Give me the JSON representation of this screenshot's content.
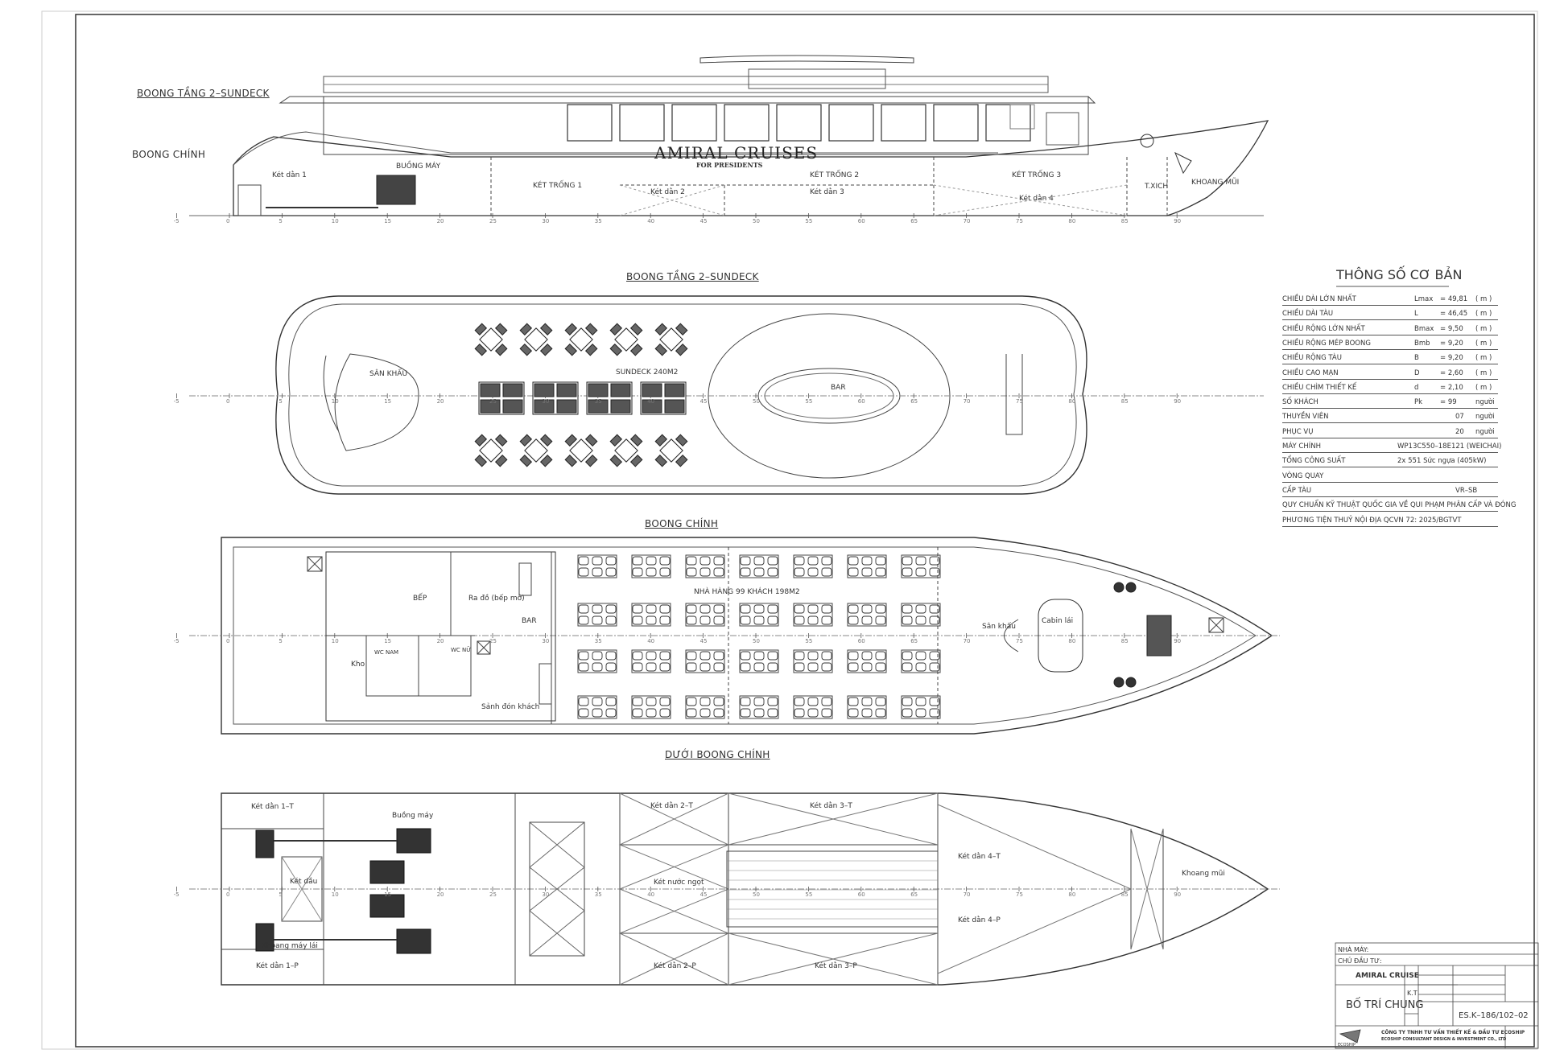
{
  "views": {
    "profile_deck_upper": "BOONG TẦNG 2–SUNDECK",
    "profile_deck_main": "BOONG CHÍNH",
    "sundeck_title": "BOONG TẦNG 2–SUNDECK",
    "main_deck_title": "BOONG CHÍNH",
    "below_deck_title": "DƯỚI BOONG CHÍNH"
  },
  "profile": {
    "brand": "AMIRAL CRUISES",
    "tagline": "FOR PRESIDENTS",
    "labels": [
      "Két dằn 1",
      "BUỒNG MÁY",
      "KÉT TRỐNG 1",
      "Két dằn 2",
      "KÉT TRỐNG 2",
      "Két dằn 3",
      "KÉT TRỐNG 3",
      "Két dằn 4",
      "T.XICH",
      "KHOANG MŨI"
    ]
  },
  "sundeck": {
    "stage": "SÂN KHẤU",
    "area": "SUNDECK 240M2",
    "bar": "BAR"
  },
  "main_deck": {
    "labels": [
      "BẾP",
      "Ra đồ (bếp mở)",
      "BAR",
      "Kho",
      "WC NAM",
      "WC NỮ",
      "Sảnh đón khách",
      "NHÀ HÀNG 99 KHÁCH    198M2",
      "Sân khấu",
      "Cabin lái"
    ]
  },
  "below_deck": {
    "labels": [
      "Két dằn 1–T",
      "Buồng máy",
      "Két dầu",
      "Khoang máy lái",
      "Két dằn 1–P",
      "Két dằn 2–T",
      "Két dằn 3–T",
      "Két nước ngọt",
      "Két dằn 2–P",
      "Két dằn 3–P",
      "Két dằn 4–T",
      "Két dằn 4–P",
      "Khoang mũi"
    ]
  },
  "specs": {
    "title": "THÔNG SỐ CƠ BẢN",
    "rows": [
      {
        "name": "CHIỀU DÀI LỚN NHẤT",
        "sym": "Lmax",
        "val": "= 49,81",
        "unit": "( m )"
      },
      {
        "name": "CHIỀU DÀI TÀU",
        "sym": "L",
        "val": "= 46,45",
        "unit": "( m )"
      },
      {
        "name": "CHIỀU RỘNG LỚN NHẤT",
        "sym": "Bmax",
        "val": "= 9,50",
        "unit": "( m )"
      },
      {
        "name": "CHIỀU RỘNG MÉP BOONG",
        "sym": "Bmb",
        "val": "= 9,20",
        "unit": "( m )"
      },
      {
        "name": "CHIỀU RỘNG TÀU",
        "sym": "B",
        "val": "= 9,20",
        "unit": "( m )"
      },
      {
        "name": "CHIỀU CAO MẠN",
        "sym": "D",
        "val": "= 2,60",
        "unit": "( m )"
      },
      {
        "name": "CHIỀU CHÌM THIẾT KẾ",
        "sym": "d",
        "val": "= 2,10",
        "unit": "( m )"
      },
      {
        "name": "SỐ KHÁCH",
        "sym": "Pk",
        "val": "= 99",
        "unit": "người"
      },
      {
        "name": "THUYỀN VIÊN",
        "sym": "",
        "val": "07",
        "unit": "người"
      },
      {
        "name": "PHỤC VỤ",
        "sym": "",
        "val": "20",
        "unit": "người"
      },
      {
        "name": "MÁY CHÍNH",
        "sym": "",
        "val": "WP13C550–18E121 (WEICHAI)",
        "unit": ""
      },
      {
        "name": "TỔNG CÔNG SUẤT",
        "sym": "",
        "val": "2x 551 Sức ngựa (405kW)",
        "unit": ""
      },
      {
        "name": "VÒNG QUAY",
        "sym": "",
        "val": "",
        "unit": ""
      },
      {
        "name": "CẤP TÀU",
        "sym": "",
        "val": "VR–SB",
        "unit": ""
      },
      {
        "name": "QUY CHUẨN KỸ THUẬT QUỐC GIA VỀ QUI PHẠM PHÂN CẤP VÀ ĐÓNG",
        "sym": "",
        "val": "",
        "unit": ""
      },
      {
        "name": "PHƯƠNG TIỆN THUỶ NỘI ĐỊA  QCVN 72: 2025/BGTVT",
        "sym": "",
        "val": "",
        "unit": ""
      }
    ]
  },
  "title_block": {
    "factory_label": "NHÀ MÁY:",
    "owner_label": "CHỦ ĐẦU TƯ:",
    "owner": "AMIRAL CRUISE",
    "drawing": "BỐ TRÍ CHUNG",
    "kt": "K.T",
    "code": "ES.K–186/102–02",
    "company": "CÔNG TY TNHH TƯ VẤN THIẾT KẾ & ĐẦU TƯ ECOSHIP",
    "company_en": "ECOSHIP CONSULTANT DESIGN & INVESTMENT CO., LTD",
    "brand": "ECOSHIP"
  },
  "frame_ticks": [
    "-5",
    "0",
    "5",
    "10",
    "15",
    "20",
    "25",
    "30",
    "35",
    "40",
    "45",
    "50",
    "55",
    "60",
    "65",
    "70",
    "75",
    "80",
    "85",
    "90"
  ]
}
